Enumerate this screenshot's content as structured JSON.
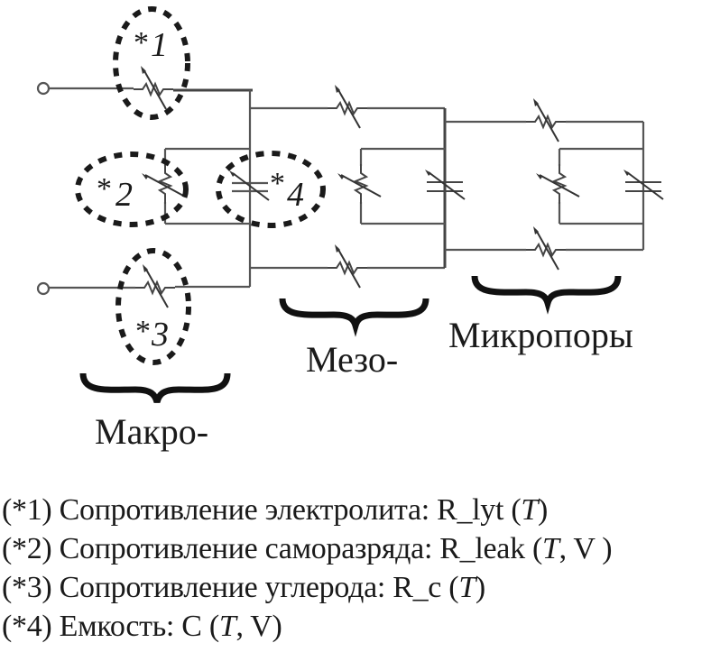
{
  "figure": {
    "markers": [
      {
        "id": "1",
        "star": "*",
        "number": "1"
      },
      {
        "id": "2",
        "star": "*",
        "number": "2"
      },
      {
        "id": "3",
        "star": "*",
        "number": "3"
      },
      {
        "id": "4",
        "star": "*",
        "number": "4"
      }
    ],
    "group_labels": {
      "macro": "Макро-",
      "meso": "Мезо-",
      "micro": "Микропоры"
    },
    "legend": [
      {
        "prefix": "(*1)",
        "text": "Сопротивление электролита: R_lyt (",
        "var": "T",
        "suffix": ")"
      },
      {
        "prefix": "(*2)",
        "text": "Сопротивление саморазряда: R_leak (",
        "var": "T",
        "suffix": ", V )"
      },
      {
        "prefix": "(*3)",
        "text": "Сопротивление углерода: R_c (",
        "var": "T",
        "suffix": ")"
      },
      {
        "prefix": "(*4)",
        "text": "Емкость: C (",
        "var": "T",
        "suffix": ", V)"
      }
    ],
    "colors": {
      "line": "#555555",
      "dash": "#1a1a1a",
      "text": "#1a1a1a",
      "background": "#ffffff"
    }
  }
}
